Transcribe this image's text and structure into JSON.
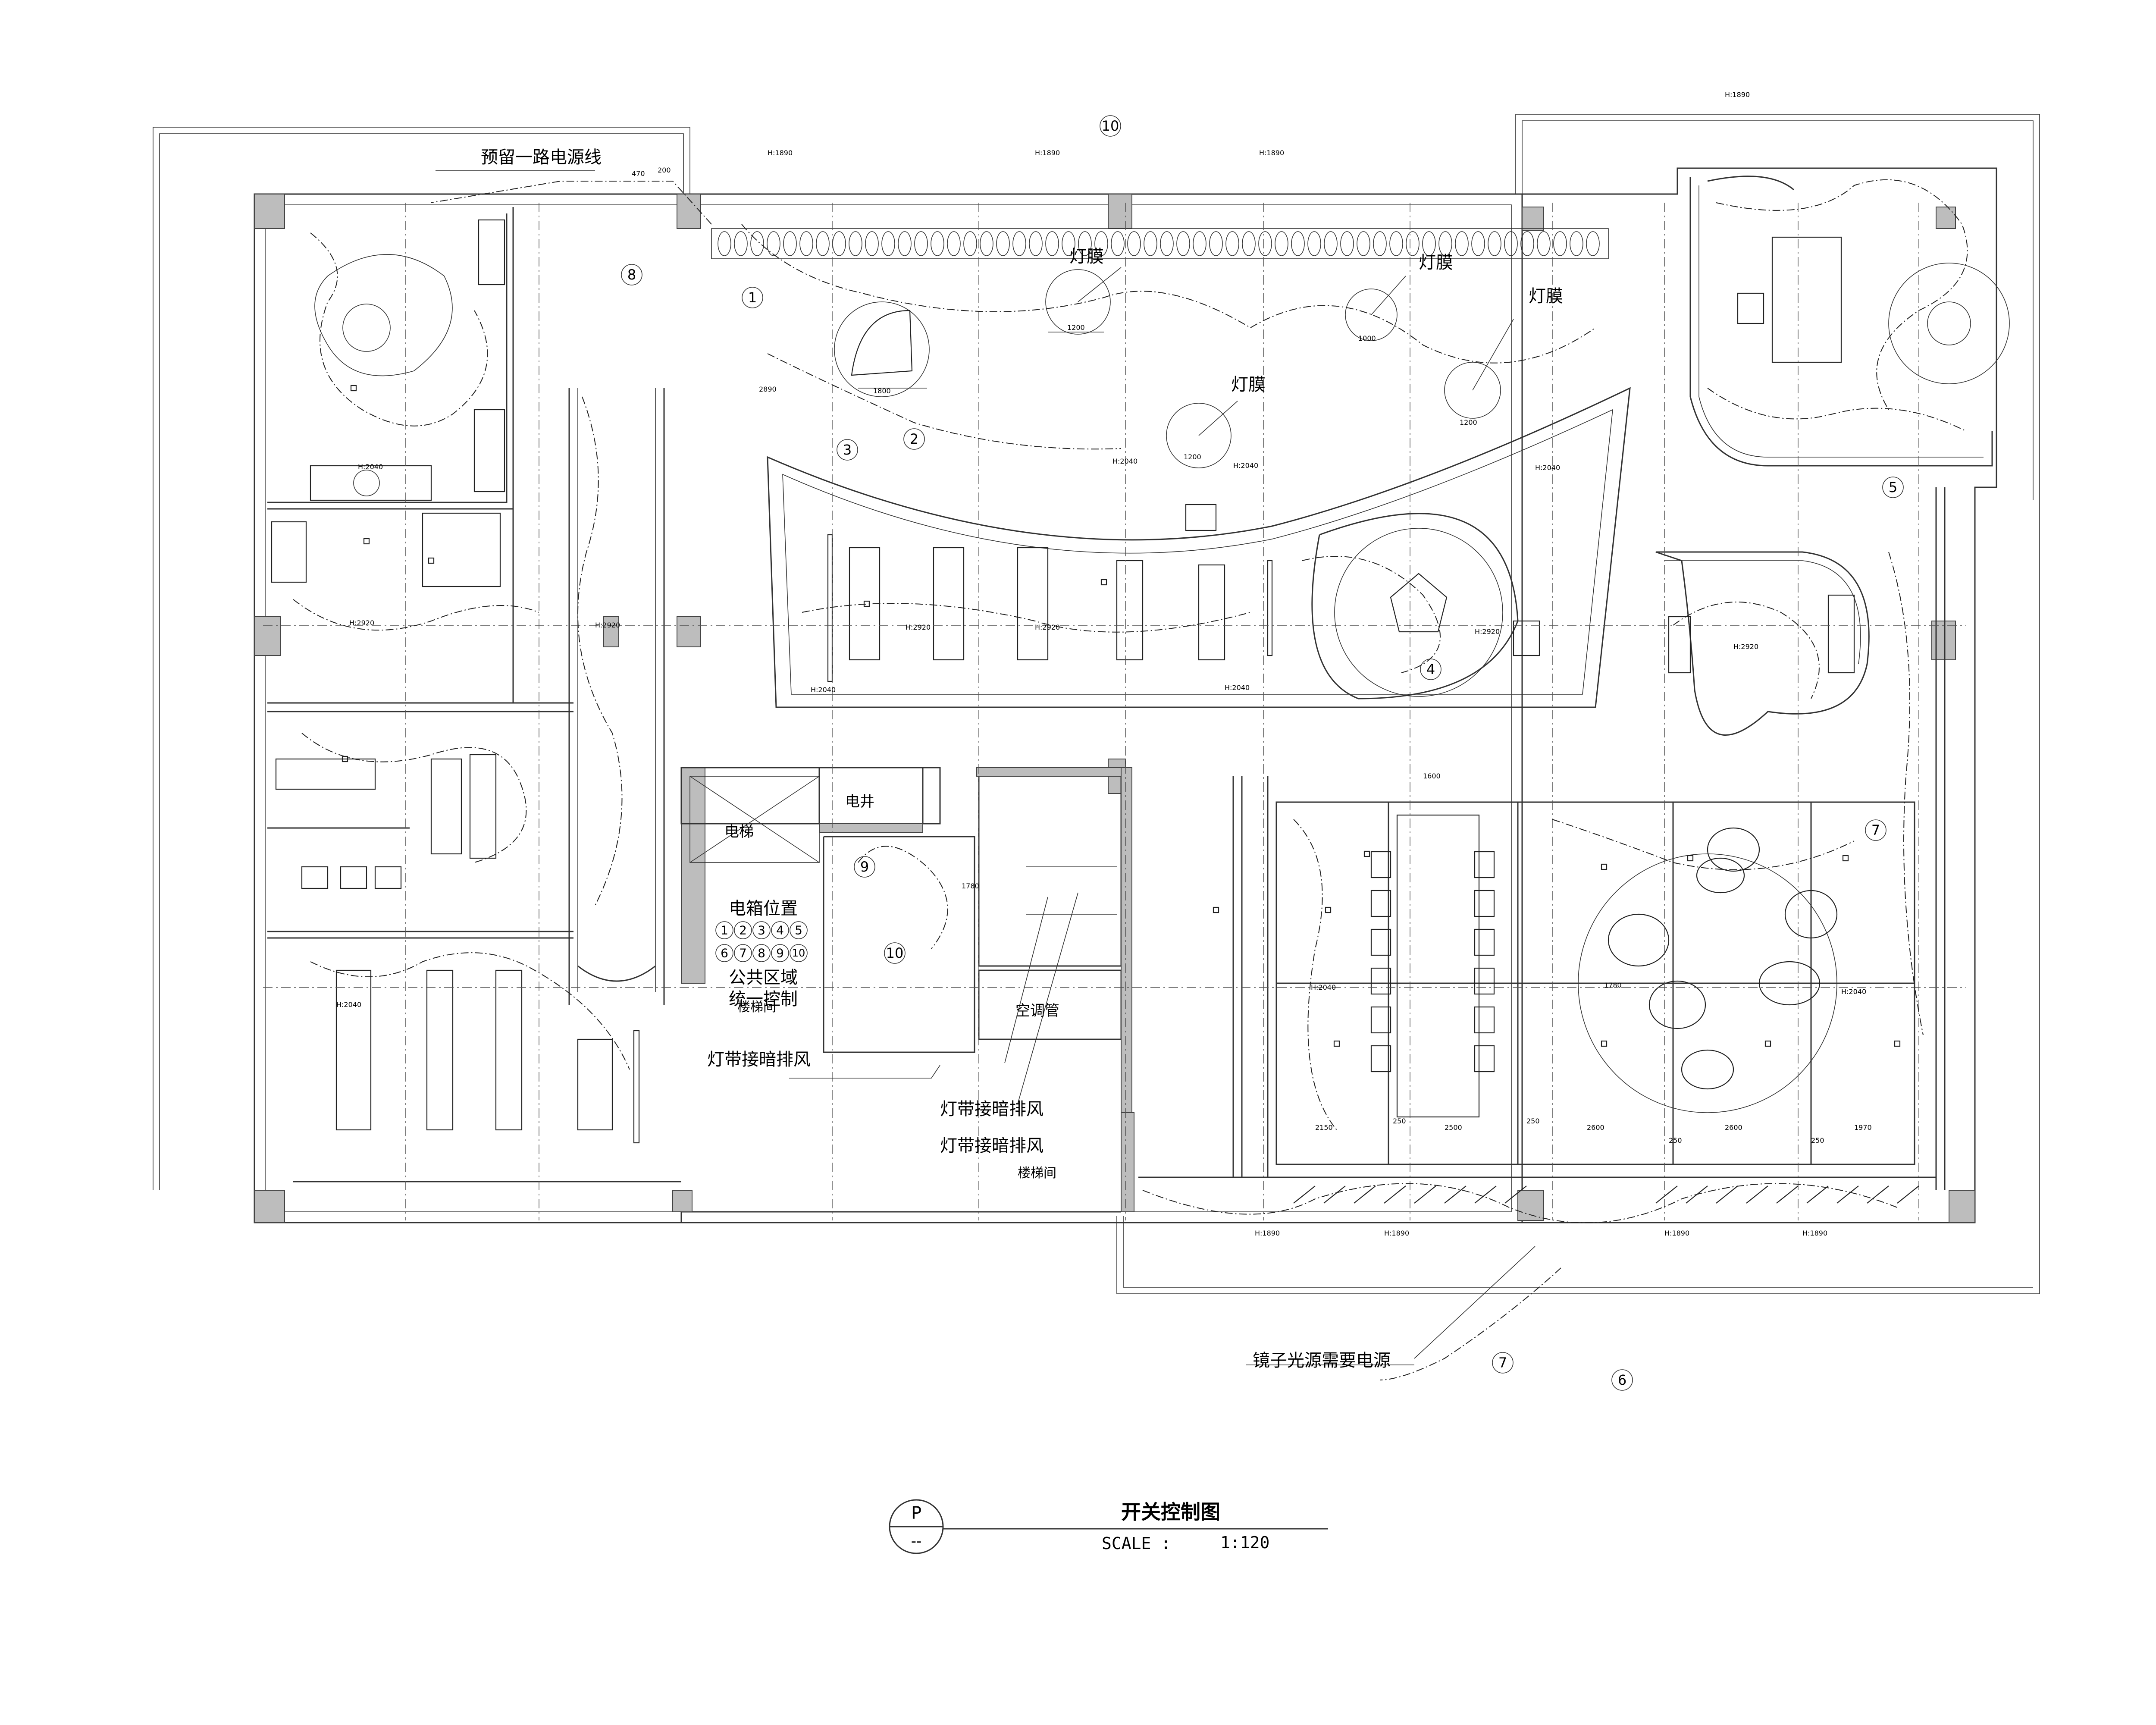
{
  "title": {
    "symbol": "P",
    "sub_symbol": "--",
    "name": "开关控制图",
    "scale_label": "SCALE :",
    "scale_value": "1:120"
  },
  "labels": {
    "reserve_power": "预留一路电源线",
    "light_film": "灯膜",
    "elevator": "电梯",
    "electric_well": "电井",
    "box_position": "电箱位置",
    "public_area_1": "公共区域",
    "public_area_2": "统一控制",
    "stairwell": "楼梯间",
    "ac_pipe": "空调管",
    "light_fan": "灯带接暗排风",
    "mirror_power": "镜子光源需要电源"
  },
  "circuits": [
    "1",
    "2",
    "3",
    "4",
    "5",
    "6",
    "7",
    "8",
    "9",
    "10"
  ],
  "dimensions": {
    "d1200": "1200",
    "d1800": "1800",
    "d1000": "1000",
    "d1600": "1600",
    "d2890": "2890",
    "d2150": "2150",
    "d2500": "2500",
    "d2600": "2600",
    "d1970": "1970",
    "d250": "250",
    "d470": "470",
    "d200": "200",
    "d1780": "1780",
    "d2040": "H:2040",
    "d2920": "H:2920",
    "d1890": "H:1890"
  },
  "icons": [
    "wall-lamp-icon",
    "downlight-icon",
    "switch-icon",
    "circle-number-icon"
  ]
}
